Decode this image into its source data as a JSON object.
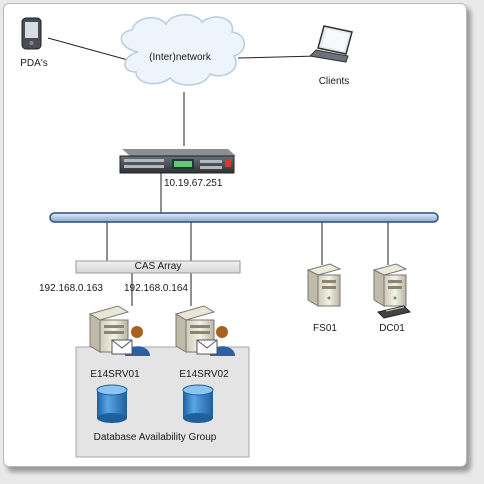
{
  "labels": {
    "pdas": "PDA's",
    "internetwork": "(Inter)network",
    "clients": "Clients",
    "firewall_ip": "10.19.67.251",
    "cas_array": "CAS Array",
    "ip_left": "192.168.0.163",
    "ip_right": "192.168.0.164",
    "fs01": "FS01",
    "dc01": "DC01",
    "server1": "E14SRV01",
    "server2": "E14SRV02",
    "dag": "Database Availability Group"
  },
  "colors": {
    "bus_fill": "#c7d8ee",
    "bus_stroke": "#2d4e7c",
    "database": "#2f7fc9",
    "cloud": "#eef4fb",
    "cloud_stroke": "#b7cbe2",
    "box_fill": "#e4e4e4",
    "box_stroke": "#a9a9a9"
  }
}
